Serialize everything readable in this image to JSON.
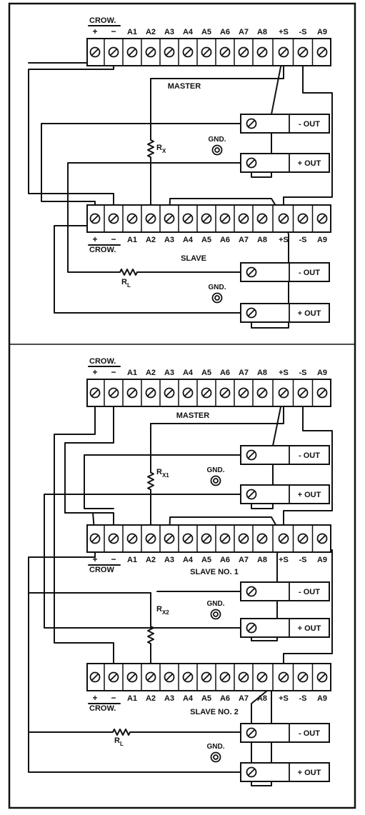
{
  "terminal_labels": [
    "A1",
    "A2",
    "A3",
    "A4",
    "A5",
    "A6",
    "A7",
    "A8",
    "+S",
    "-S",
    "A9"
  ],
  "crow_label": "CROW.",
  "crow_label_plain": "CROW",
  "crow_plus": "+",
  "crow_minus": "−",
  "minus_out_label": "- OUT",
  "plus_out_label": "+ OUT",
  "gnd_label": "GND.",
  "top_diagram": {
    "master_label": "MASTER",
    "slave_label": "SLAVE",
    "rx_label": "R",
    "rx_sub": "X",
    "rl_label": "R",
    "rl_sub": "L"
  },
  "bottom_diagram": {
    "master_label": "MASTER",
    "slave1_label": "SLAVE NO. 1",
    "slave2_label": "SLAVE NO. 2",
    "rx1_label": "R",
    "rx1_sub": "X1",
    "rx2_label": "R",
    "rx2_sub": "X2",
    "rl_label": "R",
    "rl_sub": "L"
  }
}
